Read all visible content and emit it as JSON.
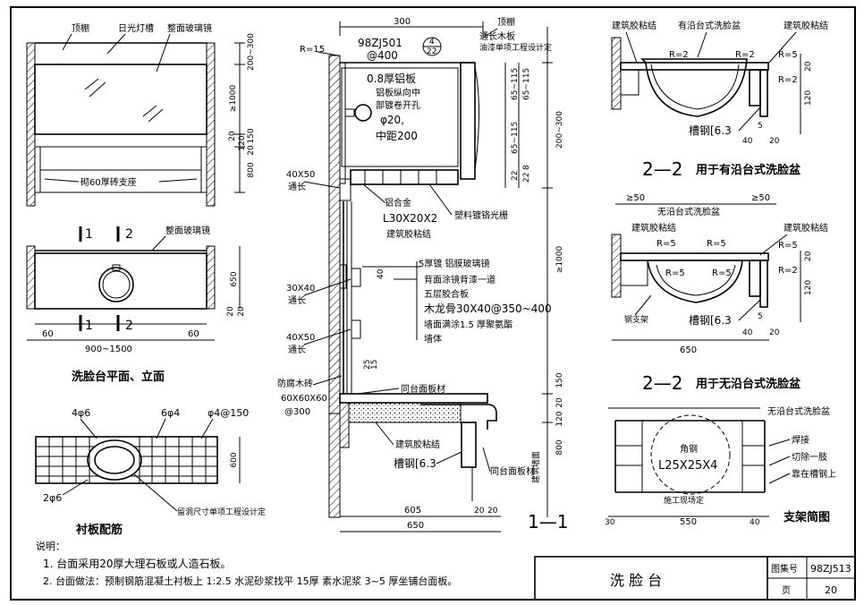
{
  "plan_elevation": {
    "title": "洗脸台平面、立面",
    "labels": {
      "ceiling": "顶棚",
      "light_trough": "日光灯槽",
      "mirror": "整面玻璃镜",
      "brick_support": "砌60厚砖支座",
      "mirror_plan": "整面玻璃镜"
    },
    "section_marks": [
      "1",
      "1",
      "2",
      "2"
    ],
    "dims": {
      "h1": "200~300",
      "h2": "≥1000",
      "h3": "20",
      "h4": "150",
      "h5": "120",
      "h6": "20",
      "h7": "800",
      "w_left": "60",
      "w_right": "60",
      "w_total": "900~1500",
      "depth": "650",
      "d2": "20",
      "d3": "20"
    }
  },
  "reinforcement": {
    "title": "衬板配筋",
    "labels": {
      "top_bar": "4φ6",
      "dist_bar": "6φ4",
      "mesh": "φ4@150",
      "bottom_bar": "2φ6",
      "hole_note": "留洞尺寸单项工程设计定"
    },
    "dims": {
      "h": "600"
    }
  },
  "section_1_1": {
    "title": "1—1",
    "labels": {
      "r15": "R=15",
      "ref": "98ZJ501",
      "ref_top": "4",
      "ref_bot": "22",
      "ref_spacing": "@400",
      "ceiling": "顶棚",
      "board": "通长木板",
      "board2": "油漆单项工程设计定",
      "plate": "0.8厚铝板",
      "plate2": "铝板纵向中",
      "plate3": "部镀卷开孔",
      "hole_dia": "φ20,",
      "hole_sp": "中距200",
      "wood_left": "40X50",
      "long1": "通长",
      "al": "铝合金",
      "angle": "L30X20X2",
      "glue": "建筑胶粘结",
      "grille": "塑料镀铬光栅",
      "layer1": "5厚镀 铝膜玻璃镜",
      "layer2": "背面涂镜背漆一道",
      "layer3": "五层胶合板",
      "layer4": "木龙骨30X40@350~400",
      "layer5": "墙面满涂1.5 厚聚氨酯",
      "layer6": "墙体",
      "stud1": "30X40",
      "long2": "通长",
      "stud2": "40X50",
      "long3": "通长",
      "d_a": "40",
      "d_b": "25",
      "d_c": "15",
      "block1": "防腐木砖",
      "block2": "60X60X60",
      "block3": "@300",
      "counter1": "同台面板材",
      "glue2": "建筑胶粘结",
      "channel": "槽钢[6.3",
      "counter2": "同台面板材",
      "floor": "建筑墙面"
    },
    "dims": {
      "w_top": "300",
      "w_bot1": "605",
      "w_bot2": "20",
      "w_bot3": "20",
      "w_total": "650",
      "r1": "65~115",
      "r2": "65~115",
      "r3": "65~115",
      "r4": "22",
      "r5": "8",
      "r6": "22",
      "h_top": "200~300",
      "h_mid": "≥1000",
      "h_a": "150",
      "h_b": "20",
      "h_c": "120",
      "h_d": "800"
    }
  },
  "section_2_2a": {
    "title": "2—2",
    "subtitle": "用于有沿台式洗脸盆",
    "labels": {
      "glue_l": "建筑胶粘结",
      "basin": "有沿台式洗脸盆",
      "glue_r": "建筑胶粘结",
      "r2a": "R=2",
      "r2b": "R=2",
      "r5": "R=5",
      "r2c": "R=2",
      "channel": "槽钢[6.3"
    },
    "dims": {
      "d40": "40",
      "d20": "20",
      "d5": "5",
      "d20b": "20",
      "d120": "120"
    }
  },
  "section_2_2b": {
    "title": "2—2",
    "subtitle": "用于无沿台式洗脸盆",
    "labels": {
      "basin": "无沿台式洗脸盆",
      "glue_l": "建筑胶粘结",
      "glue_r": "建筑胶粘结",
      "ge50a": "≥50",
      "ge50b": "≥50",
      "r5a": "R=5",
      "r5b": "R=5",
      "r5c": "R=5",
      "r5d": "R=5",
      "r5e": "R=5",
      "r2": "R=2",
      "frame": "钢支架",
      "channel": "槽钢[6.3"
    },
    "dims": {
      "w": "650",
      "d40": "40",
      "d20": "20",
      "d5": "5",
      "d20b": "20",
      "d120": "120"
    }
  },
  "frame_diagram": {
    "title": "支架简图",
    "labels": {
      "basin": "无沿台式洗脸盆",
      "weld": "焊接",
      "cut": "切除一肢",
      "lean": "靠在槽钢上",
      "angle_title": "角钢",
      "angle": "L25X25X4",
      "site": "施工现场定"
    },
    "dims": {
      "w": "550",
      "left": "30",
      "right": "40"
    }
  },
  "notes": {
    "heading": "说明：",
    "n1": "1. 台面采用20厚大理石板或人造石板。",
    "n2": "2. 台面做法：预制钢筋混凝土衬板上 1:2.5 水泥砂浆找平 15厚 素水泥浆 3~5 厚坐铺台面板。"
  },
  "title_block": {
    "name": "洗 脸 台",
    "atlas_label": "图集号",
    "atlas_no": "98ZJ513",
    "page_label": "页",
    "page_no": "20"
  }
}
